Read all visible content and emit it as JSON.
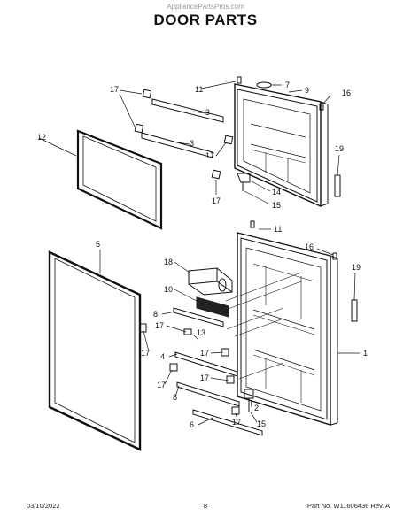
{
  "watermark": "AppliancePartsPros.com",
  "title": "DOOR PARTS",
  "callouts": {
    "c1": "1",
    "c2": "2",
    "c3a": "3",
    "c3b": "3",
    "c4": "4",
    "c5": "5",
    "c6": "6",
    "c7": "7",
    "c8a": "8",
    "c8b": "8",
    "c9": "9",
    "c10": "10",
    "c11a": "11",
    "c11b": "11",
    "c12": "12",
    "c13": "13",
    "c14": "14",
    "c15a": "15",
    "c15b": "15",
    "c16a": "16",
    "c16b": "16",
    "c17a": "17",
    "c17b": "17",
    "c17c": "17",
    "c17d": "17",
    "c17e": "17",
    "c17f": "17",
    "c17g": "17",
    "c17h": "17",
    "c17i": "17",
    "c18": "18",
    "c19a": "19",
    "c19b": "19"
  },
  "footer": {
    "date": "03/10/2022",
    "page": "8",
    "part_number": "Part No. W11606436  Rev. A"
  }
}
